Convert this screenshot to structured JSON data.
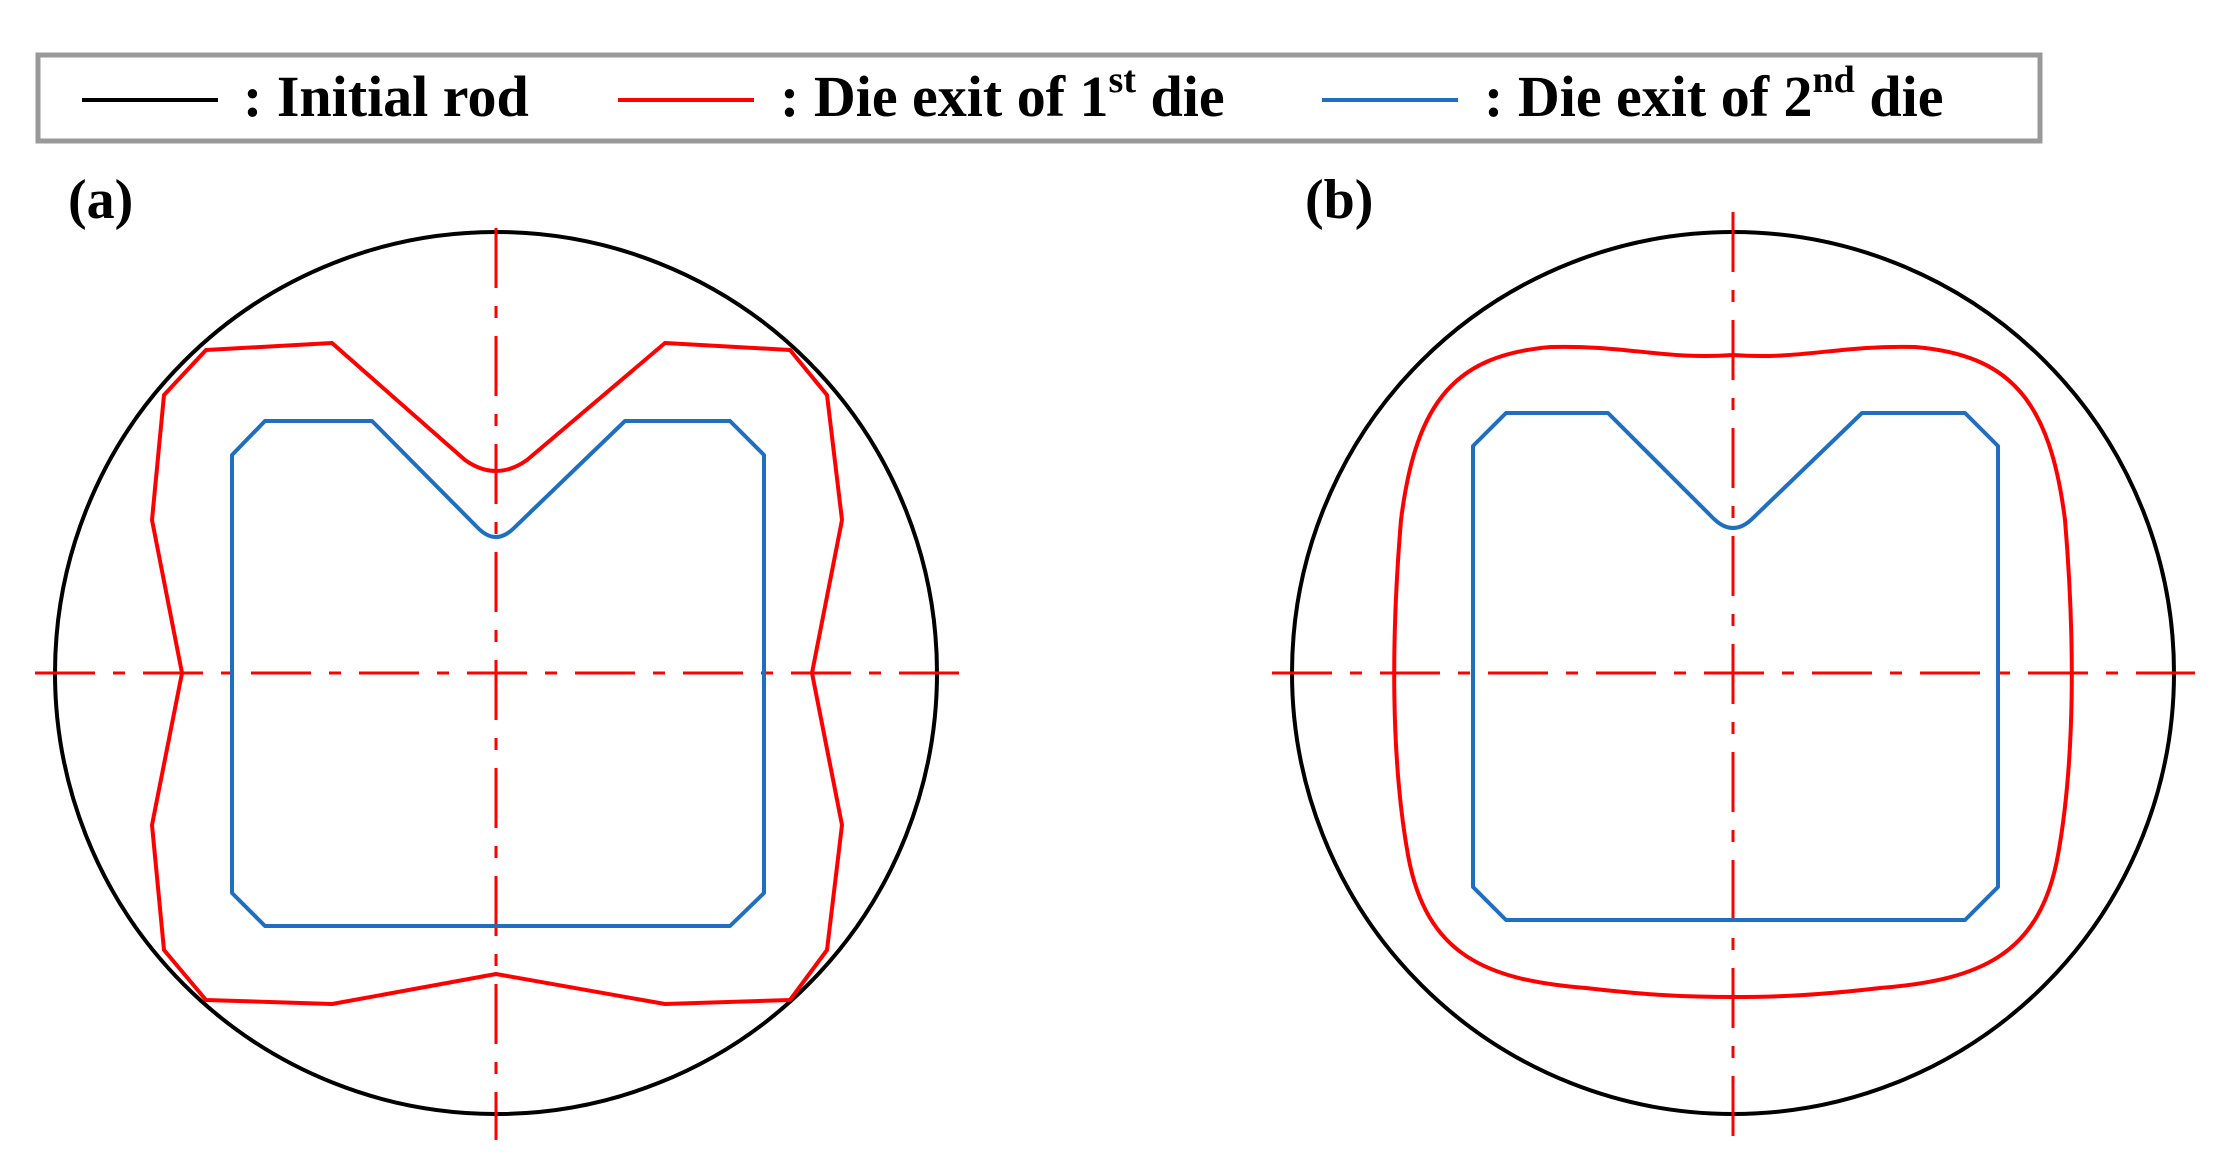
{
  "colors": {
    "initial_rod": "#000000",
    "first_die": "#ff0000",
    "second_die": "#1f6fc0",
    "legend_border": "#999999",
    "centerline": "#ff0000"
  },
  "legend": {
    "items": [
      {
        "prefix": ": Initial rod",
        "superscript": "",
        "suffix": "",
        "color_key": "initial_rod"
      },
      {
        "prefix": ": Die exit of 1",
        "superscript": "st",
        "suffix": " die",
        "color_key": "first_die"
      },
      {
        "prefix": ": Die exit of 2",
        "superscript": "nd",
        "suffix": " die",
        "color_key": "second_die"
      }
    ]
  },
  "panels": [
    {
      "label": "(a)"
    },
    {
      "label": "(b)"
    }
  ]
}
